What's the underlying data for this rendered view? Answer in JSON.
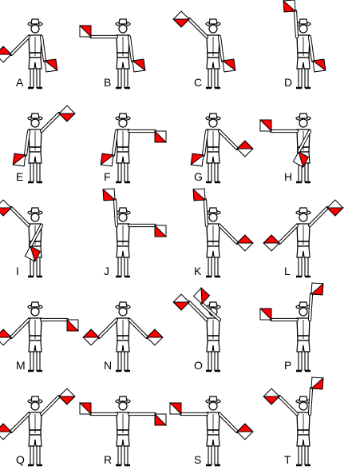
{
  "colors": {
    "flag_red": "#ff0000",
    "flag_white": "#ffffff",
    "ink": "#000000"
  },
  "figures": [
    {
      "letter": "A",
      "right_arm": "low-diagonal",
      "left_arm": "down"
    },
    {
      "letter": "B",
      "right_arm": "horizontal",
      "left_arm": "down"
    },
    {
      "letter": "C",
      "right_arm": "high-diagonal",
      "left_arm": "down"
    },
    {
      "letter": "D",
      "right_arm": "up",
      "left_arm": "down"
    },
    {
      "letter": "E",
      "right_arm": "down",
      "left_arm": "high-diagonal"
    },
    {
      "letter": "F",
      "right_arm": "down",
      "left_arm": "horizontal"
    },
    {
      "letter": "G",
      "right_arm": "down",
      "left_arm": "low-diagonal"
    },
    {
      "letter": "H",
      "right_arm": "horizontal",
      "left_arm": "across-low"
    },
    {
      "letter": "I",
      "right_arm": "high-diagonal",
      "left_arm": "across-low"
    },
    {
      "letter": "J",
      "right_arm": "up",
      "left_arm": "horizontal"
    },
    {
      "letter": "K",
      "right_arm": "up",
      "left_arm": "low-diagonal"
    },
    {
      "letter": "L",
      "right_arm": "low-diagonal",
      "left_arm": "high-diagonal"
    },
    {
      "letter": "M",
      "right_arm": "low-diagonal",
      "left_arm": "horizontal"
    },
    {
      "letter": "N",
      "right_arm": "low-diagonal",
      "left_arm": "low-diagonal"
    },
    {
      "letter": "O",
      "right_arm": "high-diagonal",
      "left_arm": "across-high"
    },
    {
      "letter": "P",
      "right_arm": "horizontal",
      "left_arm": "up"
    },
    {
      "letter": "Q",
      "right_arm": "low-diagonal",
      "left_arm": "high-diagonal"
    },
    {
      "letter": "R",
      "right_arm": "horizontal",
      "left_arm": "horizontal"
    },
    {
      "letter": "S",
      "right_arm": "horizontal",
      "left_arm": "low-diagonal"
    },
    {
      "letter": "T",
      "right_arm": "high-diagonal",
      "left_arm": "up"
    }
  ]
}
